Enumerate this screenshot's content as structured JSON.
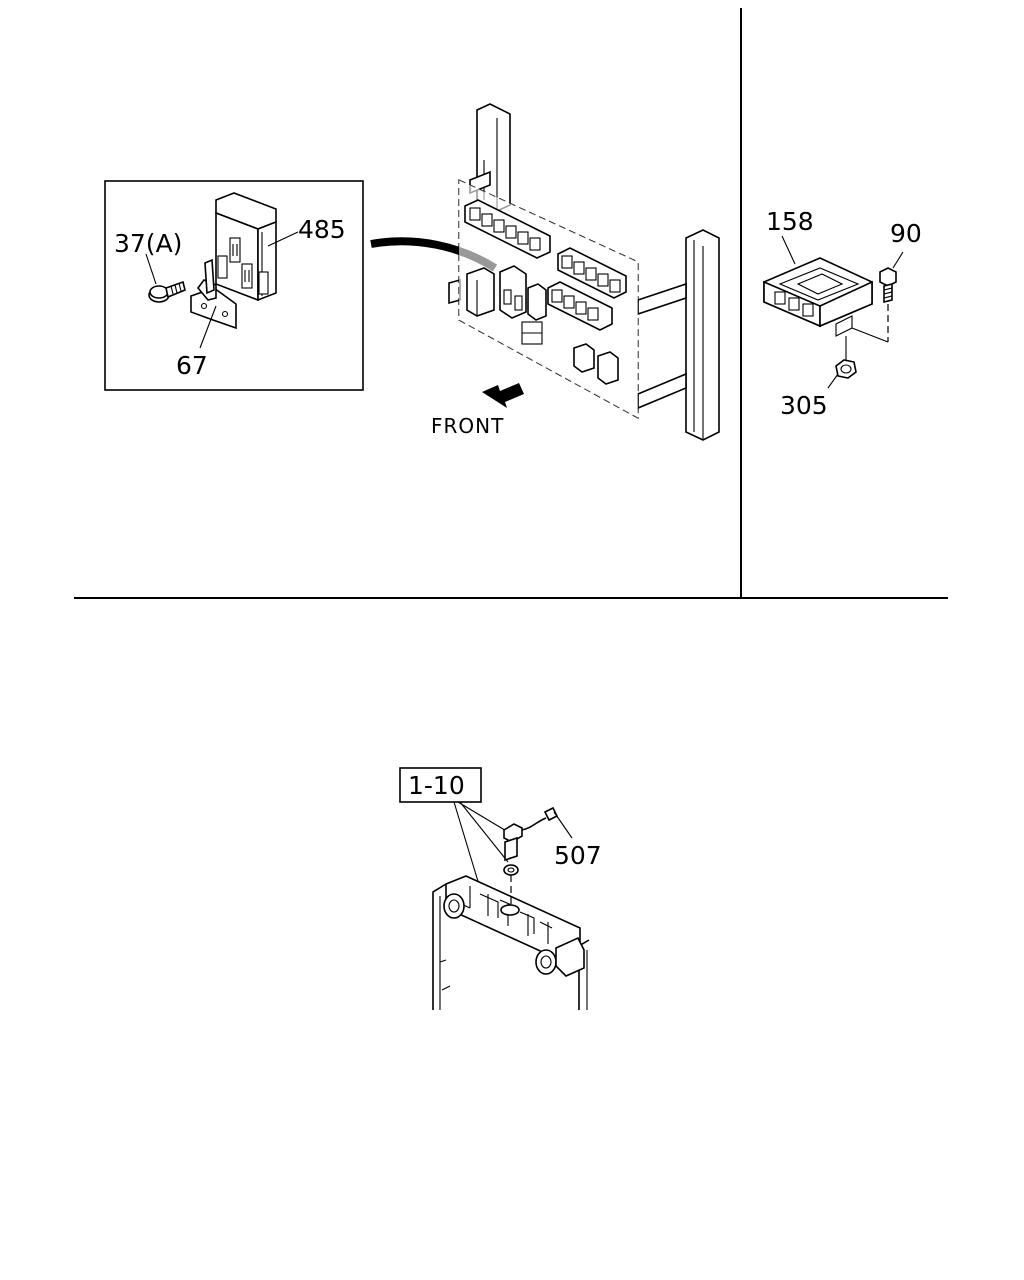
{
  "labels": {
    "part_485": "485",
    "part_37a": "37(A)",
    "part_67": "67",
    "part_158": "158",
    "part_90": "90",
    "part_305": "305",
    "front": "FRONT",
    "ref_1_10": "1-10",
    "part_507": "507"
  }
}
